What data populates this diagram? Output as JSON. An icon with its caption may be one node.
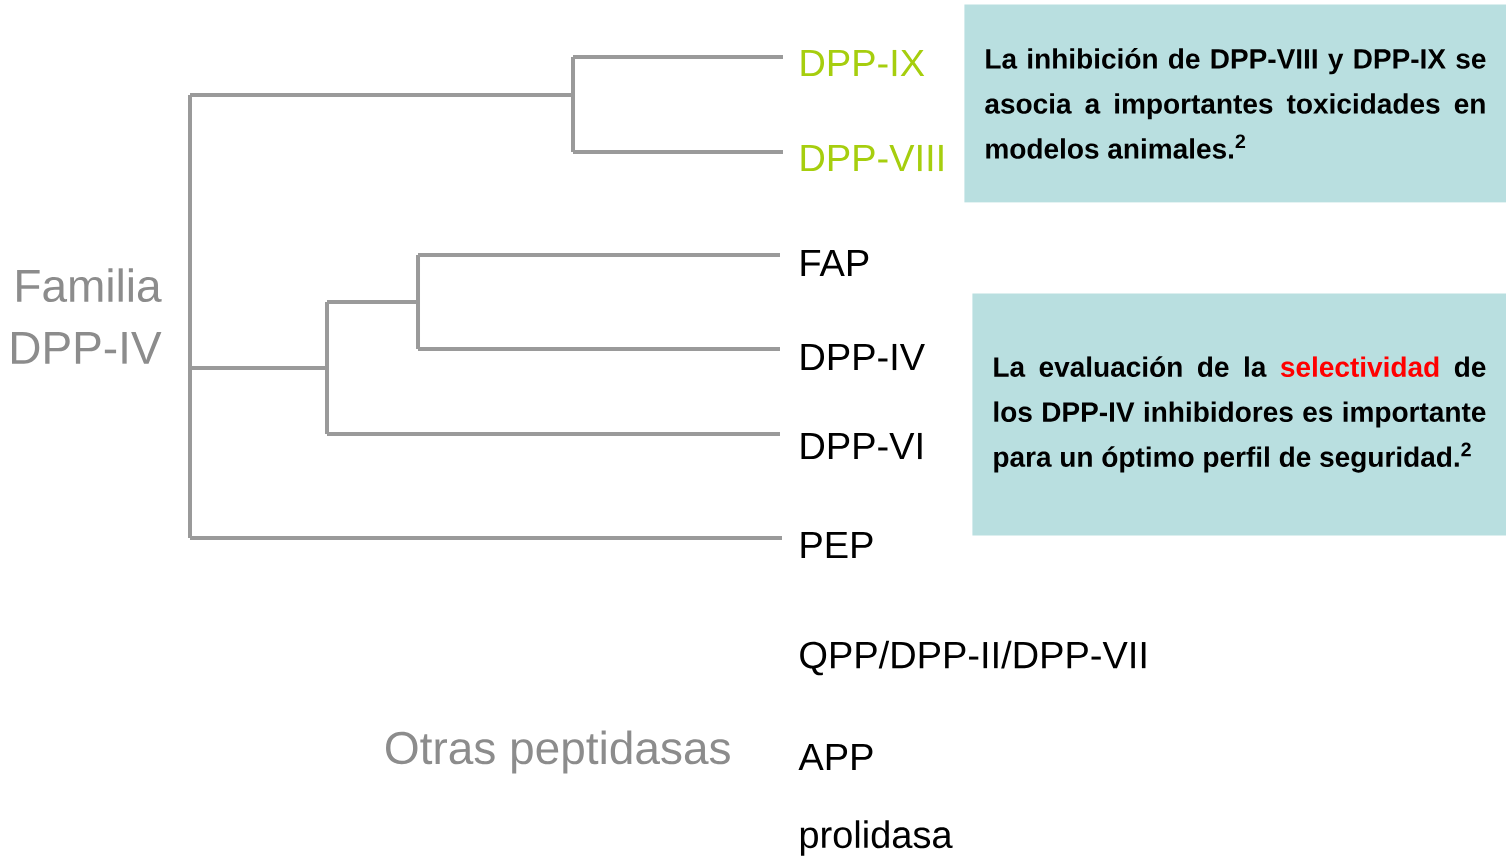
{
  "diagram": {
    "nodes": [
      {
        "text": [
          "La inhibición de DPP-VIII y DPP-IX se asocia a importantes toxicidades en modelos animales.$^{2}$"
        ]
      },
      {
        "text": [
          "La evaluación de la **selectividad** de los DPP-IV inhibidores es importante para un óptimo perfil de seguridad.$^{2}$"
        ]
      }
    ],
    "labels": [
      "DPP-IX",
      "DPP-VIII",
      "FAP",
      "Familia DPP-IV",
      "DPP-IV",
      "DPP-VI",
      "PEP",
      "QPP/DPP-II/DPP-VII",
      "Otras peptidasas",
      "APP",
      "prolidasa"
    ]
  }
}
